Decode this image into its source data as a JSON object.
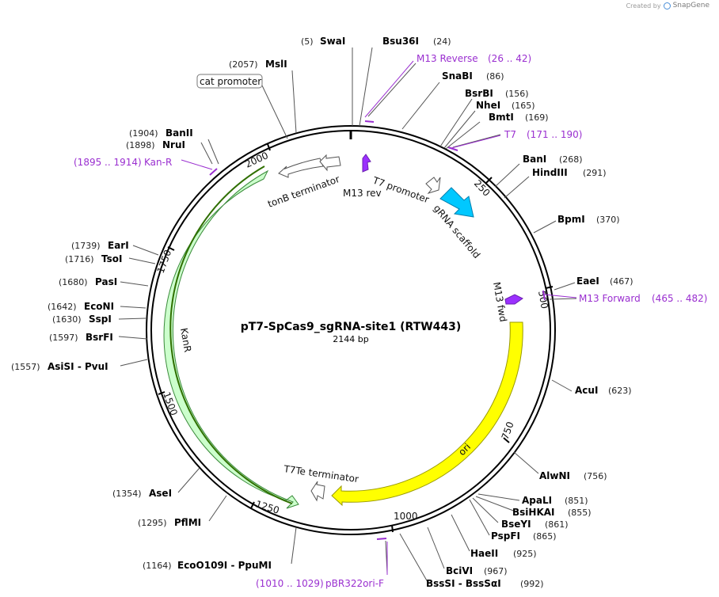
{
  "header": {
    "created_by": "Created by",
    "brand": "SnapGene"
  },
  "map": {
    "name": "pT7-SpCas9_sgRNA-site1 (RTW443)",
    "size_text": "2144 bp",
    "total_bp": 2144
  },
  "ticks": [
    {
      "bp": 250,
      "label": "250"
    },
    {
      "bp": 500,
      "label": "500"
    },
    {
      "bp": 750,
      "label": "750"
    },
    {
      "bp": 1000,
      "label": "1000"
    },
    {
      "bp": 1250,
      "label": "1250"
    },
    {
      "bp": 1500,
      "label": "1500"
    },
    {
      "bp": 1750,
      "label": "1750"
    },
    {
      "bp": 2000,
      "label": "2000"
    }
  ],
  "enzymes": [
    {
      "name": "SwaI",
      "pos": "(5)",
      "bp": 5
    },
    {
      "name": "Bsu36I",
      "pos": "(24)",
      "bp": 24
    },
    {
      "name": "SnaBI",
      "pos": "(86)",
      "bp": 86
    },
    {
      "name": "BsrBI",
      "pos": "(156)",
      "bp": 156
    },
    {
      "name": "NheI",
      "pos": "(165)",
      "bp": 165
    },
    {
      "name": "BmtI",
      "pos": "(169)",
      "bp": 169
    },
    {
      "name": "BanI",
      "pos": "(268)",
      "bp": 268
    },
    {
      "name": "HindIII",
      "pos": "(291)",
      "bp": 291
    },
    {
      "name": "BpmI",
      "pos": "(370)",
      "bp": 370
    },
    {
      "name": "EaeI",
      "pos": "(467)",
      "bp": 467
    },
    {
      "name": "AcuI",
      "pos": "(623)",
      "bp": 623
    },
    {
      "name": "AlwNI",
      "pos": "(756)",
      "bp": 756
    },
    {
      "name": "ApaLI",
      "pos": "(851)",
      "bp": 851
    },
    {
      "name": "BsiHKAI",
      "pos": "(855)",
      "bp": 855
    },
    {
      "name": "BseYI",
      "pos": "(861)",
      "bp": 861
    },
    {
      "name": "PspFI",
      "pos": "(865)",
      "bp": 865
    },
    {
      "name": "HaeII",
      "pos": "(925)",
      "bp": 925
    },
    {
      "name": "BciVI",
      "pos": "(967)",
      "bp": 967
    },
    {
      "name": "BssSI - BssSαI",
      "pos": "(992)",
      "bp": 992
    },
    {
      "name": "EcoO109I - PpuMI",
      "pos": "(1164)",
      "bp": 1164
    },
    {
      "name": "PflMI",
      "pos": "(1295)",
      "bp": 1295
    },
    {
      "name": "AseI",
      "pos": "(1354)",
      "bp": 1354
    },
    {
      "name": "AsiSI - PvuI",
      "pos": "(1557)",
      "bp": 1557
    },
    {
      "name": "BsrFI",
      "pos": "(1597)",
      "bp": 1597
    },
    {
      "name": "SspI",
      "pos": "(1630)",
      "bp": 1630
    },
    {
      "name": "EcoNI",
      "pos": "(1642)",
      "bp": 1642
    },
    {
      "name": "PasI",
      "pos": "(1680)",
      "bp": 1680
    },
    {
      "name": "TsoI",
      "pos": "(1716)",
      "bp": 1716
    },
    {
      "name": "EarI",
      "pos": "(1739)",
      "bp": 1739
    },
    {
      "name": "NruI",
      "pos": "(1898)",
      "bp": 1898
    },
    {
      "name": "BanII",
      "pos": "(1904)",
      "bp": 1904
    },
    {
      "name": "MslI",
      "pos": "(2057)",
      "bp": 2057
    }
  ],
  "primers": [
    {
      "name": "M13 Reverse",
      "range": "(26 .. 42)"
    },
    {
      "name": "T7",
      "range": "(171 .. 190)"
    },
    {
      "name": "M13 Forward",
      "range": "(465 .. 482)"
    },
    {
      "name": "pBR322ori-F",
      "range": "(1010 .. 1029)"
    },
    {
      "name": "Kan-R",
      "range": "(1895 .. 1914)"
    }
  ],
  "features": {
    "cat_promoter": "cat promoter",
    "tonb": "tonB terminator",
    "m13rev": "M13 rev",
    "t7promoter": "T7 promoter",
    "grna": "gRNA scaffold",
    "m13fwd": "M13 fwd",
    "ori": "ori",
    "t7te": "T7Te terminator",
    "kanr": "KanR"
  },
  "colors": {
    "ori": "#ffff00",
    "kanr": "#ccffcc",
    "grna": "#00c8ff",
    "m13": "#9b30ff",
    "primer": "#9a2fd0",
    "backbone": "#000000"
  }
}
